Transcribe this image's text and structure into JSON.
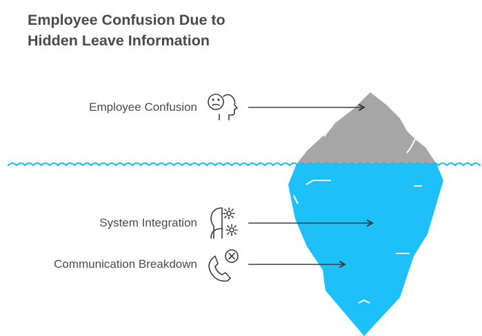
{
  "title": "Employee Confusion Due to Hidden Leave Information",
  "layers": {
    "above_surface": {
      "label": "Employee Confusion",
      "icon": "confused-face-head-icon"
    },
    "below_surface": [
      {
        "label": "System Integration",
        "icon": "head-gear-icon"
      },
      {
        "label": "Communication Breakdown",
        "icon": "phone-cancel-icon"
      }
    ]
  },
  "colors": {
    "title_text": "#4a4a4a",
    "label_text": "#4a4a4a",
    "iceberg_tip": "#a6a6a6",
    "iceberg_body": "#1ec0fa",
    "water_line": "#22b9ef",
    "arrow": "#3a3a3a"
  }
}
